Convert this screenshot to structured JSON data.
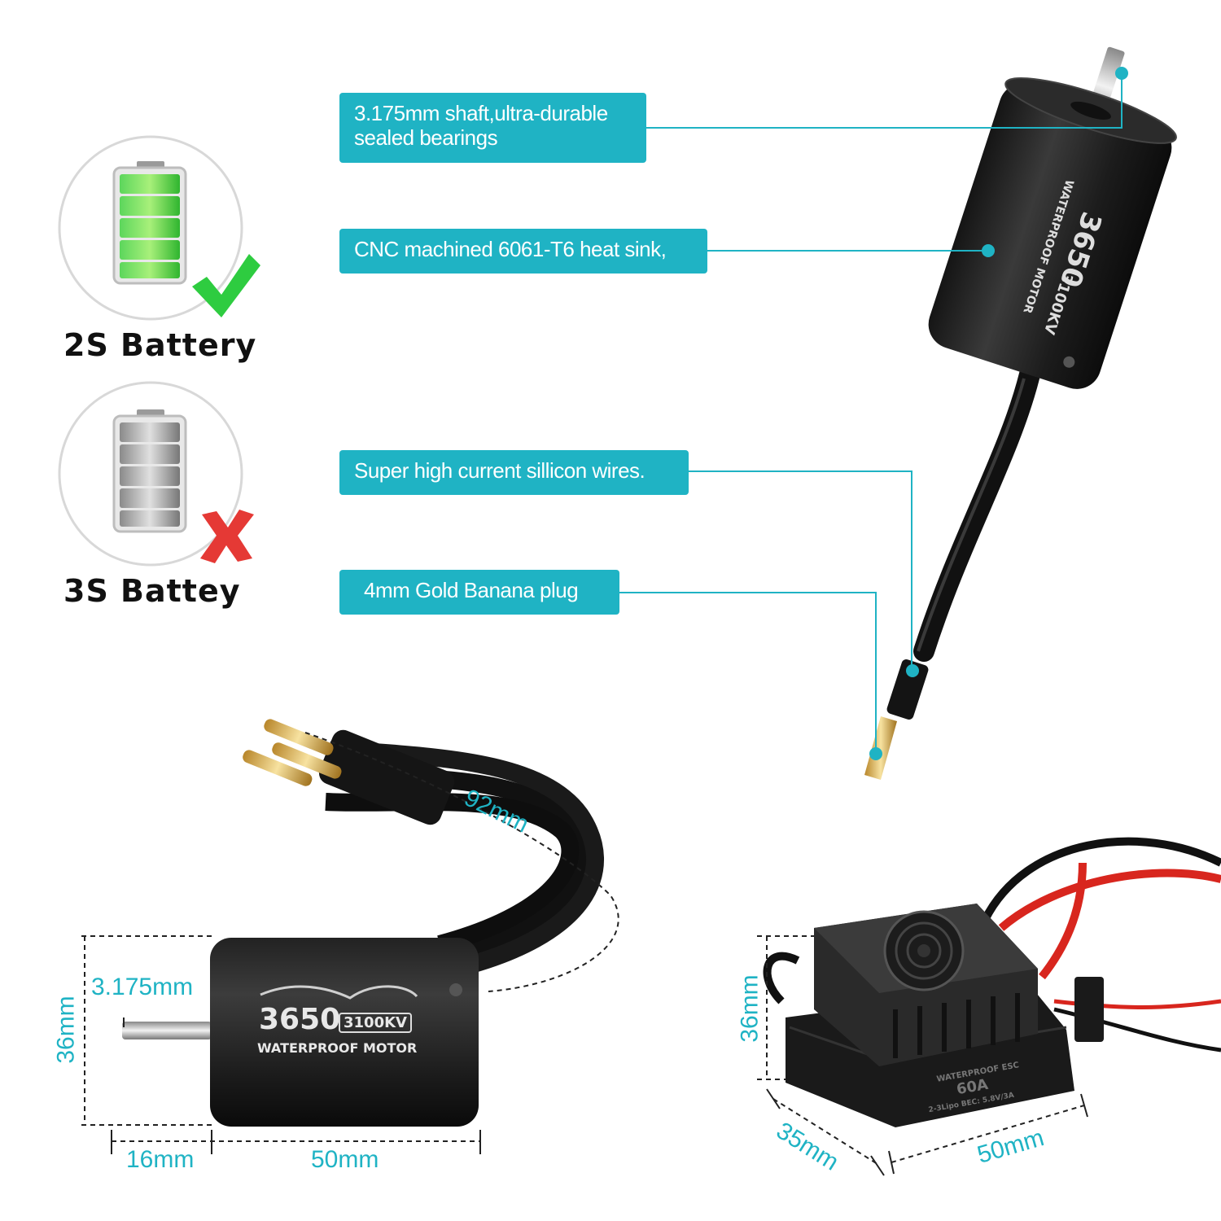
{
  "features": {
    "shaft": "3.175mm shaft,ultra-durable sealed bearings",
    "heatsink": "CNC machined 6061-T6 heat sink,",
    "wires": "Super high current sillicon wires.",
    "plug": "4mm Gold Banana  plug"
  },
  "batteries": {
    "ok_label": "2S Battery",
    "bad_label": "3S Battey"
  },
  "motor_label": {
    "model": "3650",
    "kv": "3100KV",
    "type": "WATERPROOF MOTOR"
  },
  "esc_label": {
    "type": "WATERPROOF ESC",
    "amps": "60A",
    "spec": "2-3Lipo  BEC: 5.8V/3A"
  },
  "dimensions": {
    "wire_length": "92mm",
    "shaft_dia": "3.175mm",
    "motor_dia": "36mm",
    "shaft_len": "16mm",
    "motor_len": "50mm",
    "esc_height": "36mm",
    "esc_width": "35mm",
    "esc_length": "50mm"
  },
  "colors": {
    "accent": "#1fb3c4",
    "ok": "#2ecc40",
    "bad": "#e53935"
  }
}
